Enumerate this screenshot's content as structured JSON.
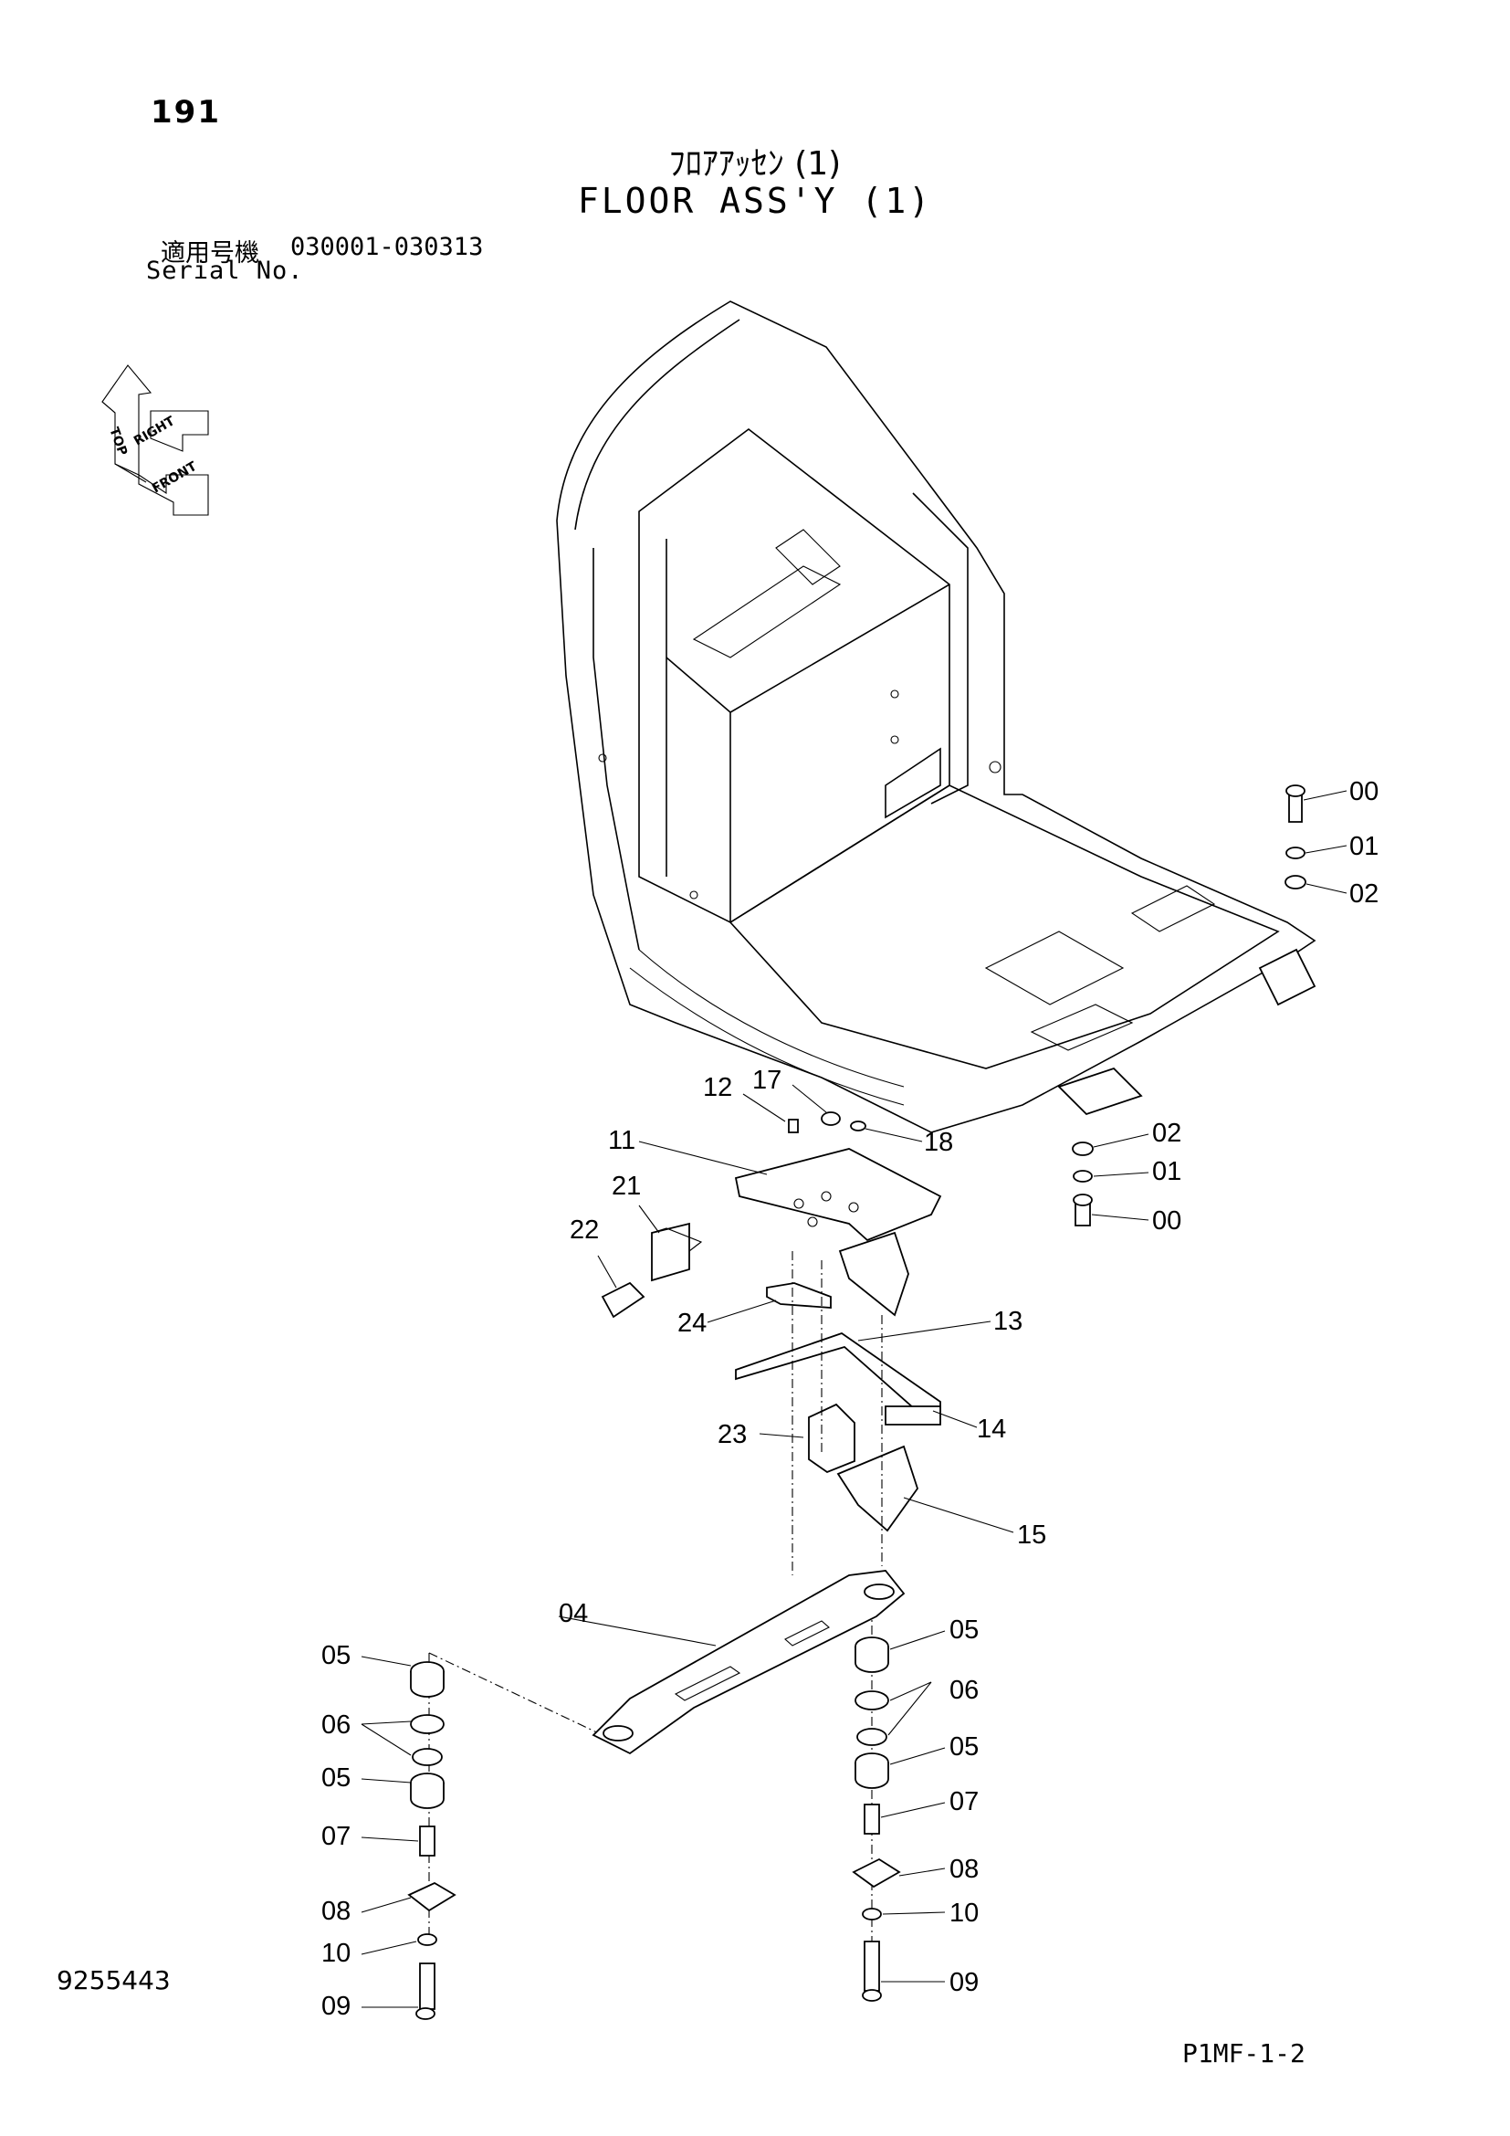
{
  "header": {
    "page_number": "191",
    "title_japanese": "ﾌﾛｱｱｯｾﾝ (1)",
    "title_english": "FLOOR ASS'Y (1)",
    "serial_label_japanese": "適用号機",
    "serial_range": "030001-030313",
    "serial_label_english": "Serial No."
  },
  "orientation_icon": {
    "name": "orientation-cube-icon",
    "labels": [
      "TOP",
      "RIGHT",
      "FRONT"
    ]
  },
  "callouts": [
    {
      "id": "c00a",
      "text": "00"
    },
    {
      "id": "c01a",
      "text": "01"
    },
    {
      "id": "c02a",
      "text": "02"
    },
    {
      "id": "c12",
      "text": "12"
    },
    {
      "id": "c17",
      "text": "17"
    },
    {
      "id": "c18",
      "text": "18"
    },
    {
      "id": "c11",
      "text": "11"
    },
    {
      "id": "c02b",
      "text": "02"
    },
    {
      "id": "c01b",
      "text": "01"
    },
    {
      "id": "c00b",
      "text": "00"
    },
    {
      "id": "c21",
      "text": "21"
    },
    {
      "id": "c22",
      "text": "22"
    },
    {
      "id": "c24",
      "text": "24"
    },
    {
      "id": "c13",
      "text": "13"
    },
    {
      "id": "c14",
      "text": "14"
    },
    {
      "id": "c23",
      "text": "23"
    },
    {
      "id": "c15",
      "text": "15"
    },
    {
      "id": "c04",
      "text": "04"
    },
    {
      "id": "c05a",
      "text": "05"
    },
    {
      "id": "c06a",
      "text": "06"
    },
    {
      "id": "c05b",
      "text": "05"
    },
    {
      "id": "c07a",
      "text": "07"
    },
    {
      "id": "c08a",
      "text": "08"
    },
    {
      "id": "c10a",
      "text": "10"
    },
    {
      "id": "c09a",
      "text": "09"
    },
    {
      "id": "c05c",
      "text": "05"
    },
    {
      "id": "c06b",
      "text": "06"
    },
    {
      "id": "c05d",
      "text": "05"
    },
    {
      "id": "c07b",
      "text": "07"
    },
    {
      "id": "c08b",
      "text": "08"
    },
    {
      "id": "c10b",
      "text": "10"
    },
    {
      "id": "c09b",
      "text": "09"
    }
  ],
  "footer": {
    "document_code": "9255443",
    "plate_code": "P1MF-1-2"
  }
}
